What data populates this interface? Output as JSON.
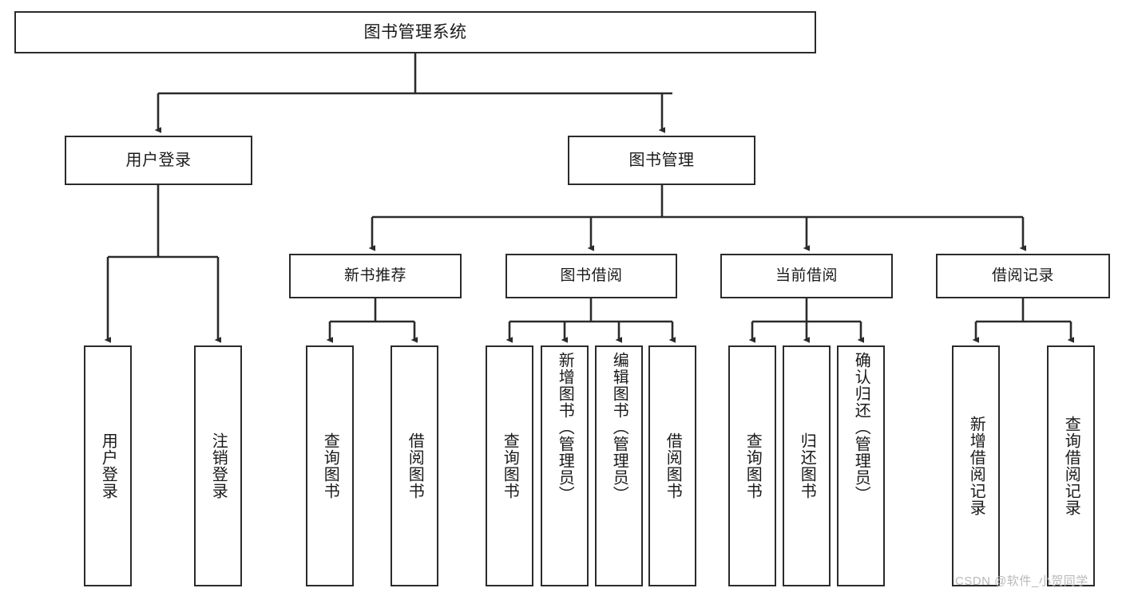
{
  "diagram": {
    "title": "图书管理系统",
    "type": "tree-hierarchy-chart",
    "orientation": "top-down",
    "colors": {
      "box_border": "#2b2b2b",
      "box_fill": "#ffffff",
      "edge": "#2b2b2b",
      "text": "#1a1a1a",
      "watermark": "#b9b9b9",
      "background": "#ffffff"
    },
    "root": {
      "label": "图书管理系统"
    },
    "level1": [
      {
        "label": "用户登录"
      },
      {
        "label": "图书管理"
      }
    ],
    "level2": [
      {
        "label": "新书推荐"
      },
      {
        "label": "图书借阅"
      },
      {
        "label": "当前借阅"
      },
      {
        "label": "借阅记录"
      }
    ],
    "leaves": {
      "user_login": [
        {
          "label": "用户登录"
        },
        {
          "label": "注销登录"
        }
      ],
      "new_book_recommend": [
        {
          "label": "查询图书"
        },
        {
          "label": "借阅图书"
        }
      ],
      "book_borrow": [
        {
          "label": "查询图书"
        },
        {
          "label": "新增图书（管理员）"
        },
        {
          "label": "编辑图书（管理员）"
        },
        {
          "label": "借阅图书"
        }
      ],
      "current_borrow": [
        {
          "label": "查询图书"
        },
        {
          "label": "归还图书"
        },
        {
          "label": "确认归还（管理员）"
        }
      ],
      "borrow_record": [
        {
          "label": "新增借阅记录"
        },
        {
          "label": "查询借阅记录"
        }
      ]
    }
  },
  "watermark": {
    "text": "CSDN @软件_小贺同学"
  }
}
